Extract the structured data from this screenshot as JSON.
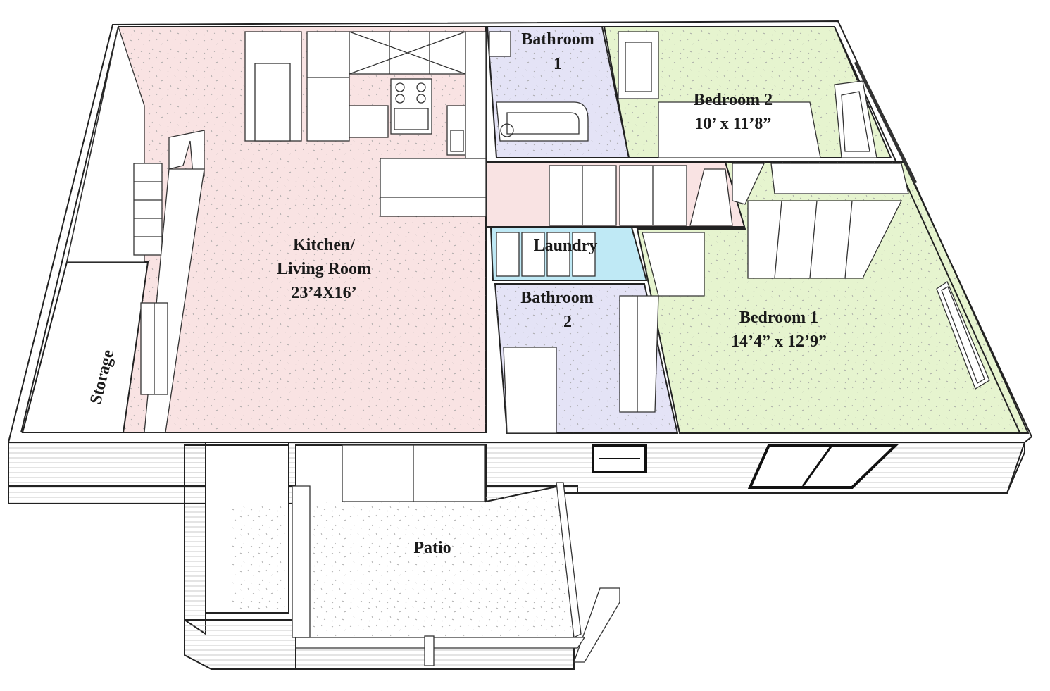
{
  "plan": {
    "rooms": {
      "kitchen_living": {
        "label_line1": "Kitchen/",
        "label_line2": "Living Room",
        "dimensions": "23’4X16’",
        "color": "#f9e3e3"
      },
      "bathroom1": {
        "label_line1": "Bathroom",
        "label_line2": "1",
        "color": "#e4e3f6"
      },
      "bedroom2": {
        "label": "Bedroom 2",
        "dimensions": "10’ x 11’8”",
        "color": "#e6f4cf"
      },
      "laundry": {
        "label": "Laundry",
        "color": "#bfe9f5"
      },
      "bathroom2": {
        "label_line1": "Bathroom",
        "label_line2": "2",
        "color": "#e4e3f6"
      },
      "bedroom1": {
        "label": "Bedroom 1",
        "dimensions": "14’4” x 12’9”",
        "color": "#e6f4cf"
      },
      "storage": {
        "label": "Storage",
        "color": "#ffffff"
      },
      "patio": {
        "label": "Patio",
        "color": "#ffffff"
      },
      "hall": {
        "color": "#f9e3e3"
      }
    }
  }
}
